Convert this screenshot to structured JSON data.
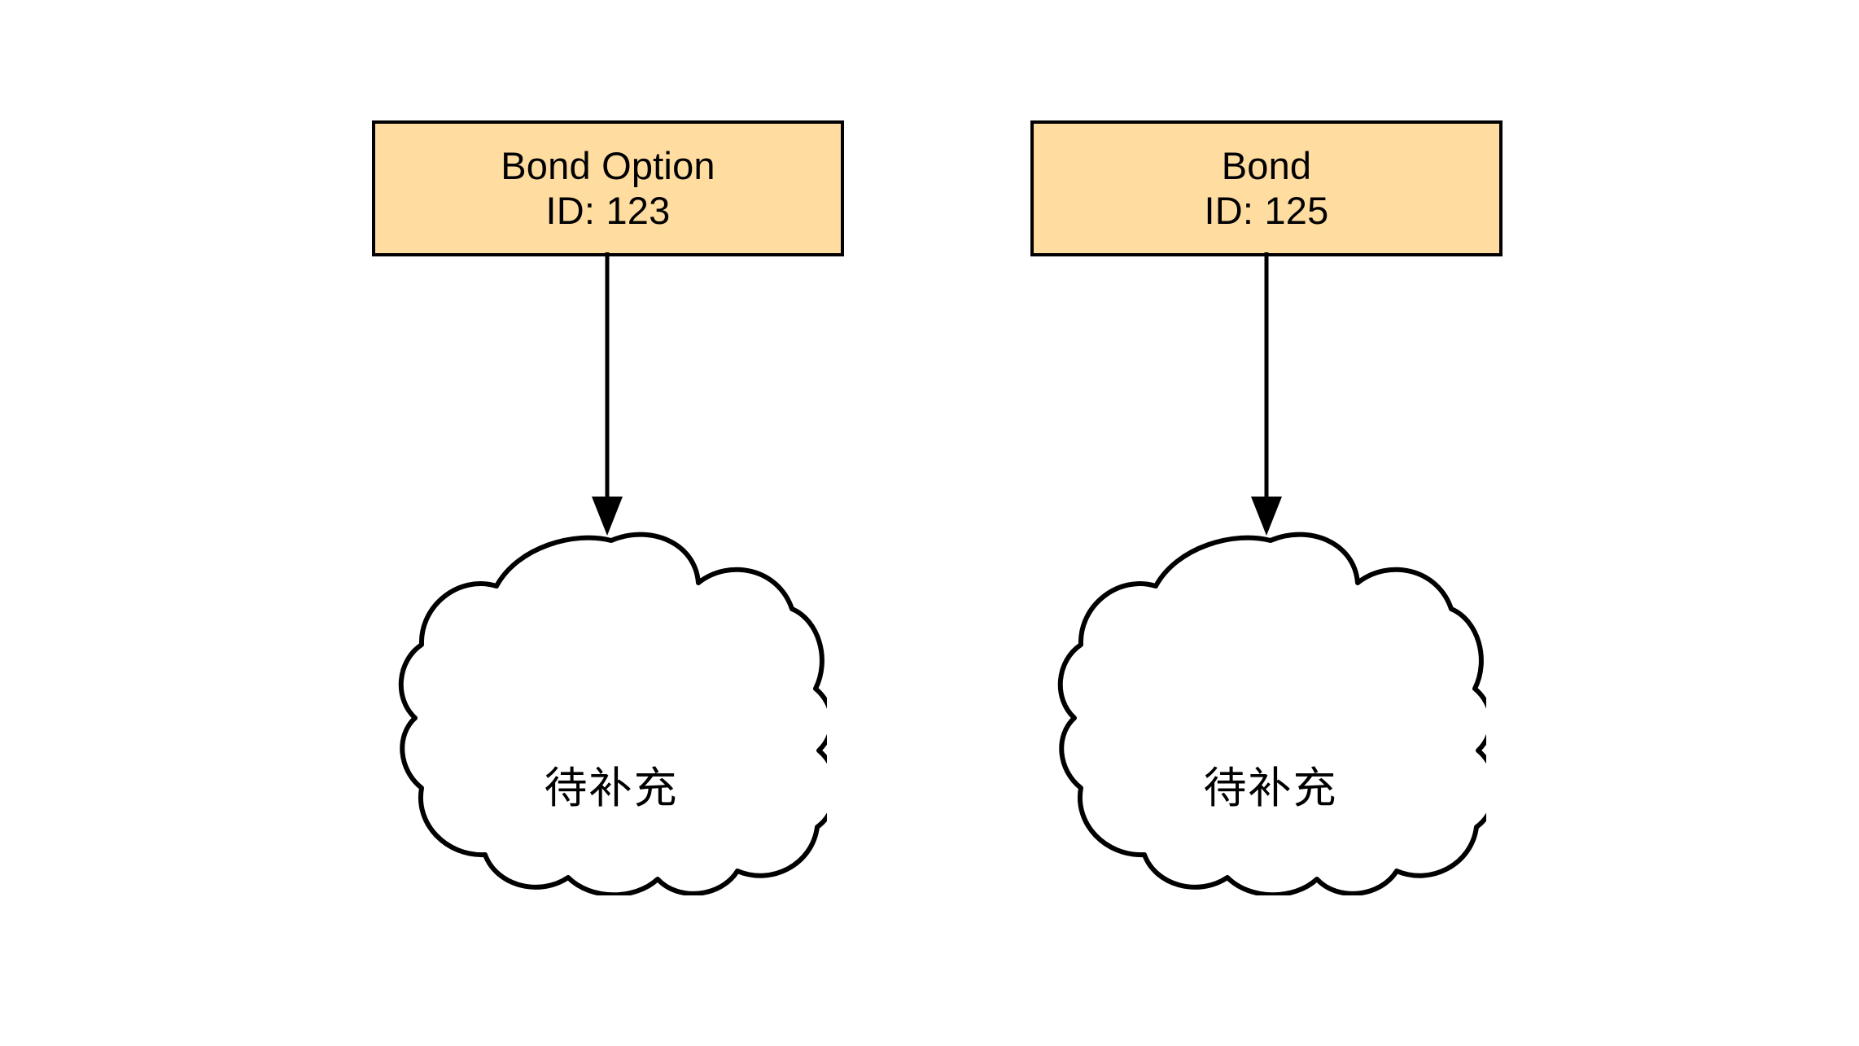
{
  "diagram": {
    "title": "Bond Option and Bond relationship diagram",
    "background_color": "#ffffff",
    "node_fill_color": "#ffdca0",
    "node_border_color": "#000000",
    "edge_color": "#000000",
    "nodes": [
      {
        "id": "bond-option",
        "shape": "rectangle",
        "title": "Bond Option",
        "id_label": "ID: 123"
      },
      {
        "id": "bond",
        "shape": "rectangle",
        "title": "Bond",
        "id_label": "ID: 125"
      }
    ],
    "clouds": [
      {
        "id": "cloud-1",
        "shape": "cloud",
        "label": "待补充"
      },
      {
        "id": "cloud-2",
        "shape": "cloud",
        "label": "待补充"
      }
    ],
    "edges": [
      {
        "id": "edge-1",
        "from": "bond-option",
        "to": "cloud-1",
        "arrow": "filled-triangle",
        "direction": "down"
      },
      {
        "id": "edge-2",
        "from": "bond",
        "to": "cloud-2",
        "arrow": "filled-triangle",
        "direction": "down"
      }
    ]
  }
}
